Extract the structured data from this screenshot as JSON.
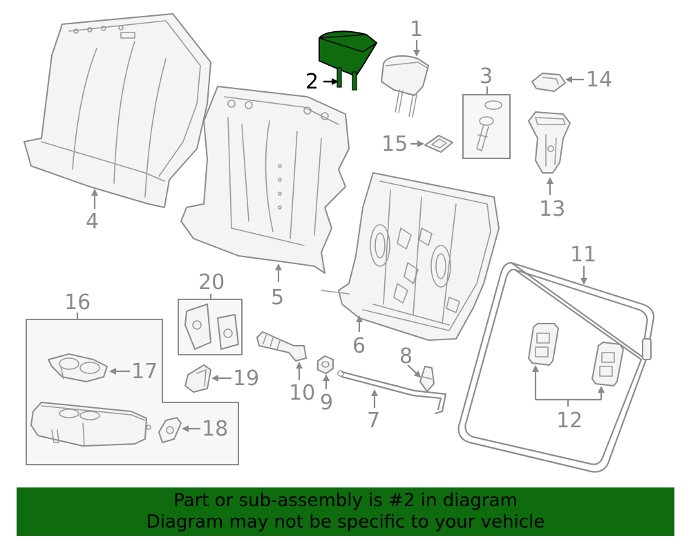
{
  "colors": {
    "highlight": "#0e6b0e",
    "line": "#8c8c8c",
    "label": "#8a8a8a"
  },
  "callouts": {
    "c1": "1",
    "c2": "2",
    "c3": "3",
    "c4": "4",
    "c5": "5",
    "c6": "6",
    "c7": "7",
    "c8": "8",
    "c9": "9",
    "c10": "10",
    "c11": "11",
    "c12": "12",
    "c13": "13",
    "c14": "14",
    "c15": "15",
    "c16": "16",
    "c17": "17",
    "c18": "18",
    "c19": "19",
    "c20": "20"
  },
  "highlighted_part": "2",
  "banner": {
    "line1": "Part or sub-assembly is #2 in diagram",
    "line2": "Diagram may not be specific to your vehicle"
  }
}
